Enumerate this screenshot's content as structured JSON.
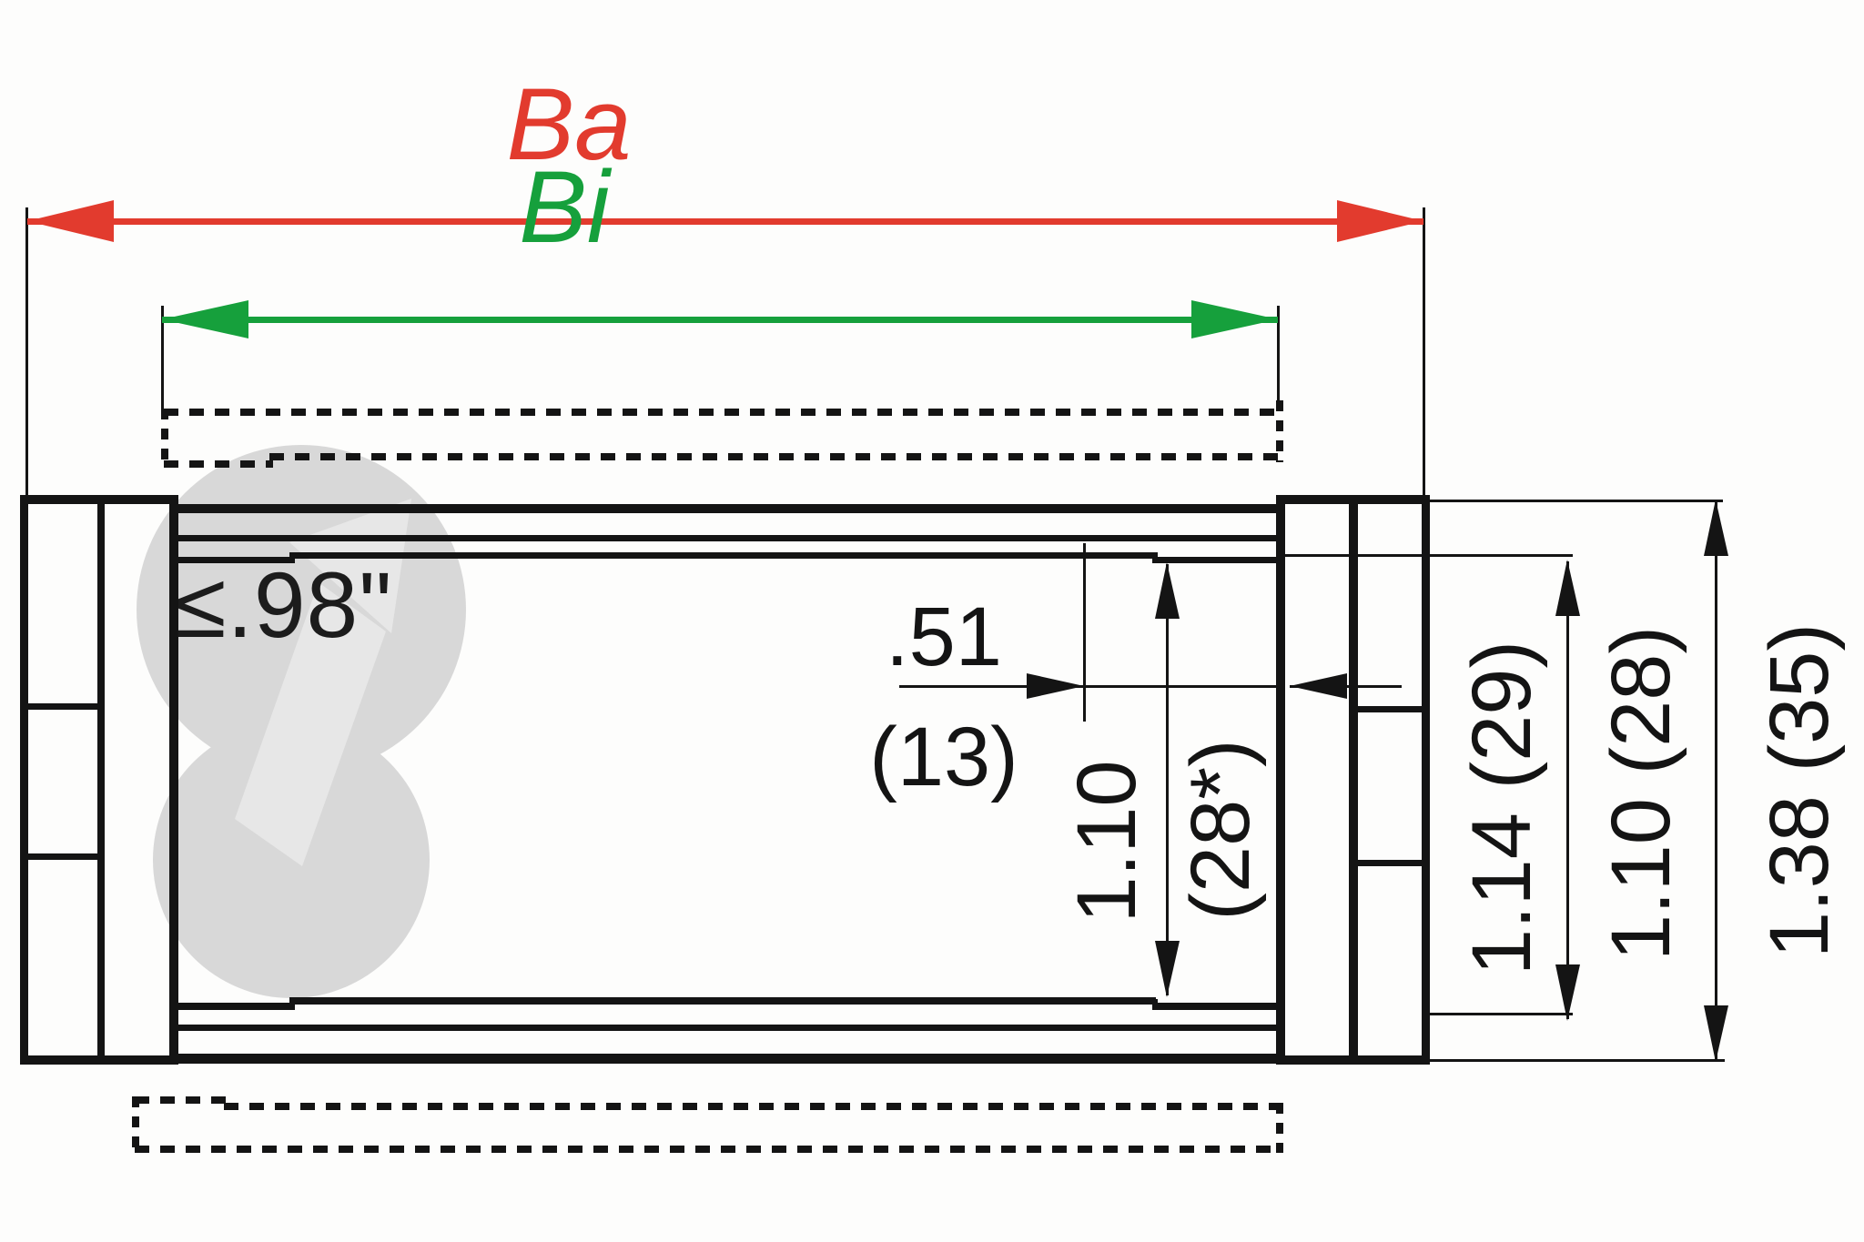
{
  "drawing": {
    "type": "energy-chain cross-section",
    "labels": {
      "outer_width": "Ba",
      "inner_width": "Bi"
    },
    "dims": {
      "crossbar_offset": {
        "inch": ".51",
        "mm": "(13)"
      },
      "inner_height": {
        "inch": "1.10",
        "mm": "(28*)"
      },
      "link_height": {
        "text": "1.14 (29)"
      },
      "side_inner_height": {
        "text": "1.10 (28)"
      },
      "total_height": {
        "text": "1.38 (35)"
      }
    },
    "watermark": {
      "max_cable_diameter": "≤.98\""
    },
    "colors": {
      "outer_width_accent": "#e23b2e",
      "inner_width_accent": "#16a03c",
      "line_ink": "#141414",
      "watermark_gray": "#d8d8d8",
      "background": "#fdfdfc"
    }
  }
}
